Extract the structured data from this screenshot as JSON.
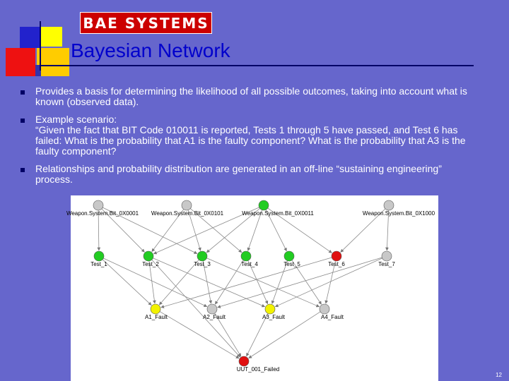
{
  "logo": {
    "text": "BAE SYSTEMS"
  },
  "title": "Bayesian Network",
  "bullets": [
    "Provides a basis for determining the likelihood of all possible outcomes, taking into account what is known (observed data).",
    "Example scenario:\n“Given the fact that BIT Code 010011 is reported, Tests 1 through 5 have passed, and Test 6 has failed:  What is the probability that A1 is the faulty component?  What is the probability that A3 is the faulty component?",
    "Relationships and probability distribution are generated in an off-line “sustaining engineering” process."
  ],
  "network": {
    "nodes": [
      {
        "label": "Weapon.System.Bit_0X0001",
        "state": "gray"
      },
      {
        "label": "Weapon.System.Bit_0X0101",
        "state": "gray"
      },
      {
        "label": "Weapon.System.Bit_0X0011",
        "state": "green"
      },
      {
        "label": "Weapon.System.Bit_0X1000",
        "state": "gray"
      },
      {
        "label": "Test_1",
        "state": "green"
      },
      {
        "label": "Test_2",
        "state": "green"
      },
      {
        "label": "Test_3",
        "state": "green"
      },
      {
        "label": "Test_4",
        "state": "green"
      },
      {
        "label": "Test_5",
        "state": "green"
      },
      {
        "label": "Test_6",
        "state": "red"
      },
      {
        "label": "Test_7",
        "state": "gray"
      },
      {
        "label": "A1_Fault",
        "state": "yellow"
      },
      {
        "label": "A2_Fault",
        "state": "gray"
      },
      {
        "label": "A3_Fault",
        "state": "yellow"
      },
      {
        "label": "A4_Fault",
        "state": "gray"
      },
      {
        "label": "UUT_001_Failed",
        "state": "red"
      }
    ],
    "state_colors": {
      "gray": "#c8c8c8",
      "green": "#22cc22",
      "red": "#e01010",
      "yellow": "#f2f200"
    }
  },
  "page_number": "12"
}
